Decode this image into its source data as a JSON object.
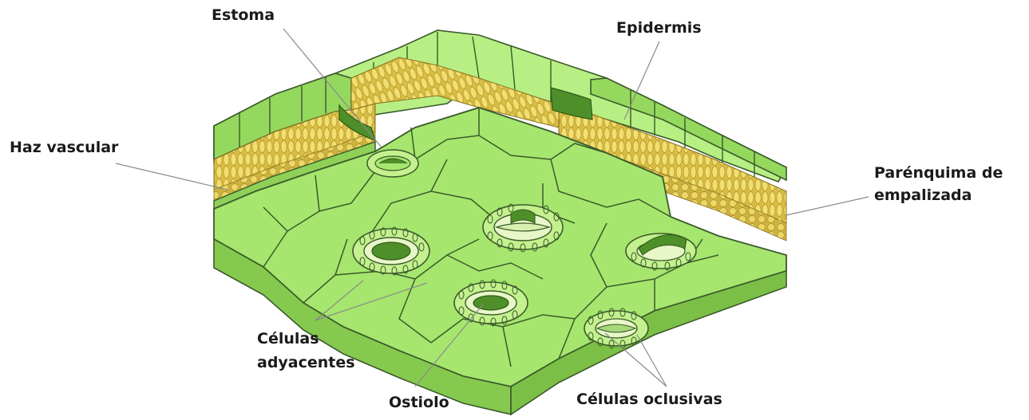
{
  "labels": {
    "estoma": "Estoma",
    "epidermis": "Epidermis",
    "haz_vascular": "Haz vascular",
    "parenquima_line1": "Parénquima de",
    "parenquima_line2": "empalizada",
    "celulas_adyacentes_line1": "Células",
    "celulas_adyacentes_line2": "adyacentes",
    "ostiolo": "Ostiolo",
    "celulas_oclusivas": "Células oclusivas"
  },
  "colors": {
    "cell_fill": "#a6e66e",
    "cell_fill_dark": "#7ec94c",
    "cell_shadow": "#5e9e33",
    "outline": "#3a5a2a",
    "palisade": "#e7d25a",
    "palisade_dark": "#c4a834",
    "stoma_pore": "#4f8f2a",
    "leader": "#8a8a8a",
    "label_text": "#1a1a1a"
  }
}
